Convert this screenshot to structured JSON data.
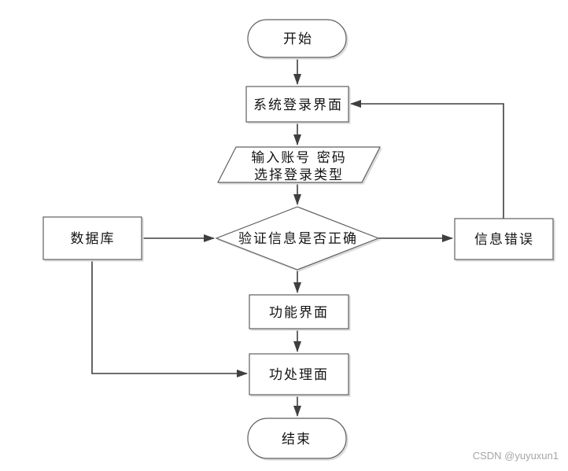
{
  "diagram_type": "flowchart",
  "nodes": {
    "start": {
      "label": "开始",
      "shape": "terminator"
    },
    "login_screen": {
      "label": "系统登录界面",
      "shape": "process"
    },
    "input": {
      "line1": "输入账号 密码",
      "line2": "选择登录类型",
      "shape": "input-output"
    },
    "verify": {
      "label": "验证信息是否正确",
      "shape": "decision"
    },
    "database": {
      "label": "数据库",
      "shape": "process"
    },
    "error": {
      "label": "信息错误",
      "shape": "process"
    },
    "function_screen": {
      "label": "功能界面",
      "shape": "process"
    },
    "process_screen": {
      "label": "功处理面",
      "shape": "process"
    },
    "end": {
      "label": "结束",
      "shape": "terminator"
    }
  },
  "edges": [
    {
      "from": "start",
      "to": "login_screen"
    },
    {
      "from": "login_screen",
      "to": "input"
    },
    {
      "from": "input",
      "to": "verify"
    },
    {
      "from": "database",
      "to": "verify"
    },
    {
      "from": "verify",
      "to": "error"
    },
    {
      "from": "error",
      "to": "login_screen"
    },
    {
      "from": "verify",
      "to": "function_screen"
    },
    {
      "from": "function_screen",
      "to": "process_screen"
    },
    {
      "from": "database",
      "to": "process_screen"
    },
    {
      "from": "process_screen",
      "to": "end"
    }
  ],
  "colors": {
    "shape_border": "#5f5f5f",
    "arrow": "#3f3f3f",
    "shadow": "#dcdcdc",
    "text": "#141414",
    "watermark": "#a6a6a6",
    "background": "#ffffff"
  },
  "watermark": {
    "text": "CSDN @yuyuxun1"
  }
}
